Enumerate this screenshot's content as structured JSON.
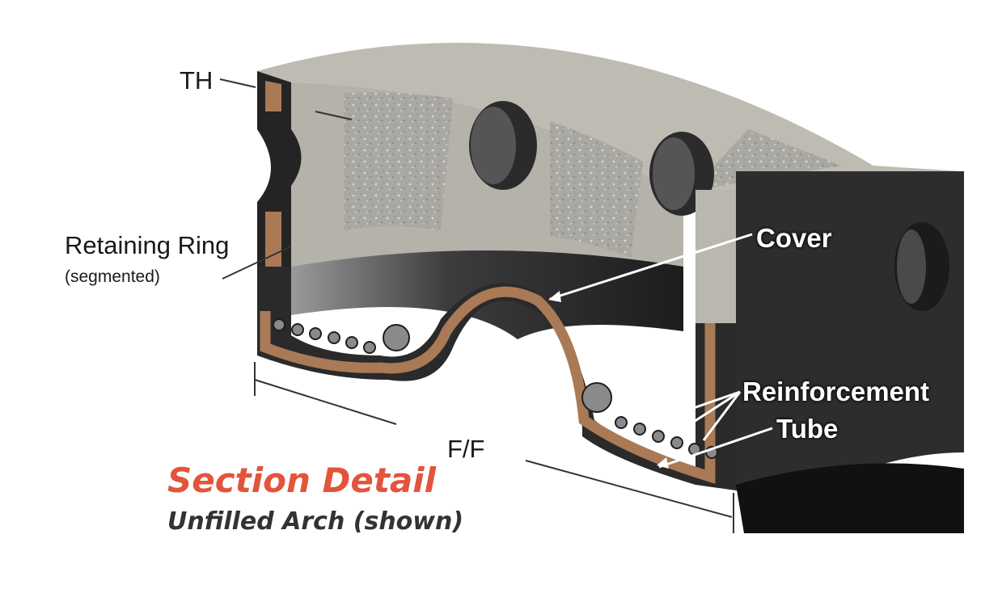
{
  "colors": {
    "rubber": "#2a2a2b",
    "rubber_light": "#555557",
    "ring": "#b9b7ae",
    "ring_texture": "#a8a7a2",
    "fabric": "#a97a55",
    "wire": "#8a8a8c",
    "accent": "#e2543b",
    "subtitle": "#333333"
  },
  "labels": {
    "th": "TH",
    "retaining_ring": "Retaining Ring",
    "segmented": "(segmented)",
    "cover": "Cover",
    "reinforcement": "Reinforcement",
    "tube": "Tube",
    "ff": "F/F"
  },
  "caption": {
    "title": "Section Detail",
    "subtitle": "Unfilled Arch (shown)"
  }
}
